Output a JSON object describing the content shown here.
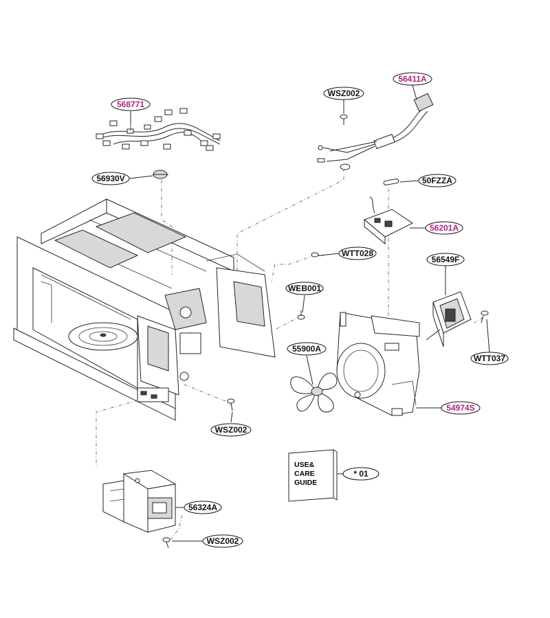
{
  "colors": {
    "highlight": "#b0247f",
    "normal": "#111111"
  },
  "parts": [
    {
      "id": "p-568771",
      "label": "568771",
      "highlight": true
    },
    {
      "id": "p-wsz002-top",
      "label": "WSZ002",
      "highlight": false
    },
    {
      "id": "p-56411a",
      "label": "56411A",
      "highlight": true
    },
    {
      "id": "p-56930v",
      "label": "56930V",
      "highlight": false
    },
    {
      "id": "p-50fzza",
      "label": "50FZZA",
      "highlight": false
    },
    {
      "id": "p-56201a",
      "label": "56201A",
      "highlight": true
    },
    {
      "id": "p-wtt028",
      "label": "WTT028",
      "highlight": false
    },
    {
      "id": "p-56549f",
      "label": "56549F",
      "highlight": false
    },
    {
      "id": "p-web001",
      "label": "WEB001",
      "highlight": false
    },
    {
      "id": "p-55900a",
      "label": "55900A",
      "highlight": false
    },
    {
      "id": "p-wtt037",
      "label": "WTT037",
      "highlight": false
    },
    {
      "id": "p-54974s",
      "label": "54974S",
      "highlight": true
    },
    {
      "id": "p-wsz002-mid",
      "label": "WSZ002",
      "highlight": false
    },
    {
      "id": "p-01",
      "label": "* 01",
      "highlight": false
    },
    {
      "id": "p-56324a",
      "label": "56324A",
      "highlight": false
    },
    {
      "id": "p-wsz002-bot",
      "label": "WSZ002",
      "highlight": false
    }
  ],
  "manual": {
    "lines": [
      "USE&",
      "CARE",
      "GUIDE"
    ]
  }
}
